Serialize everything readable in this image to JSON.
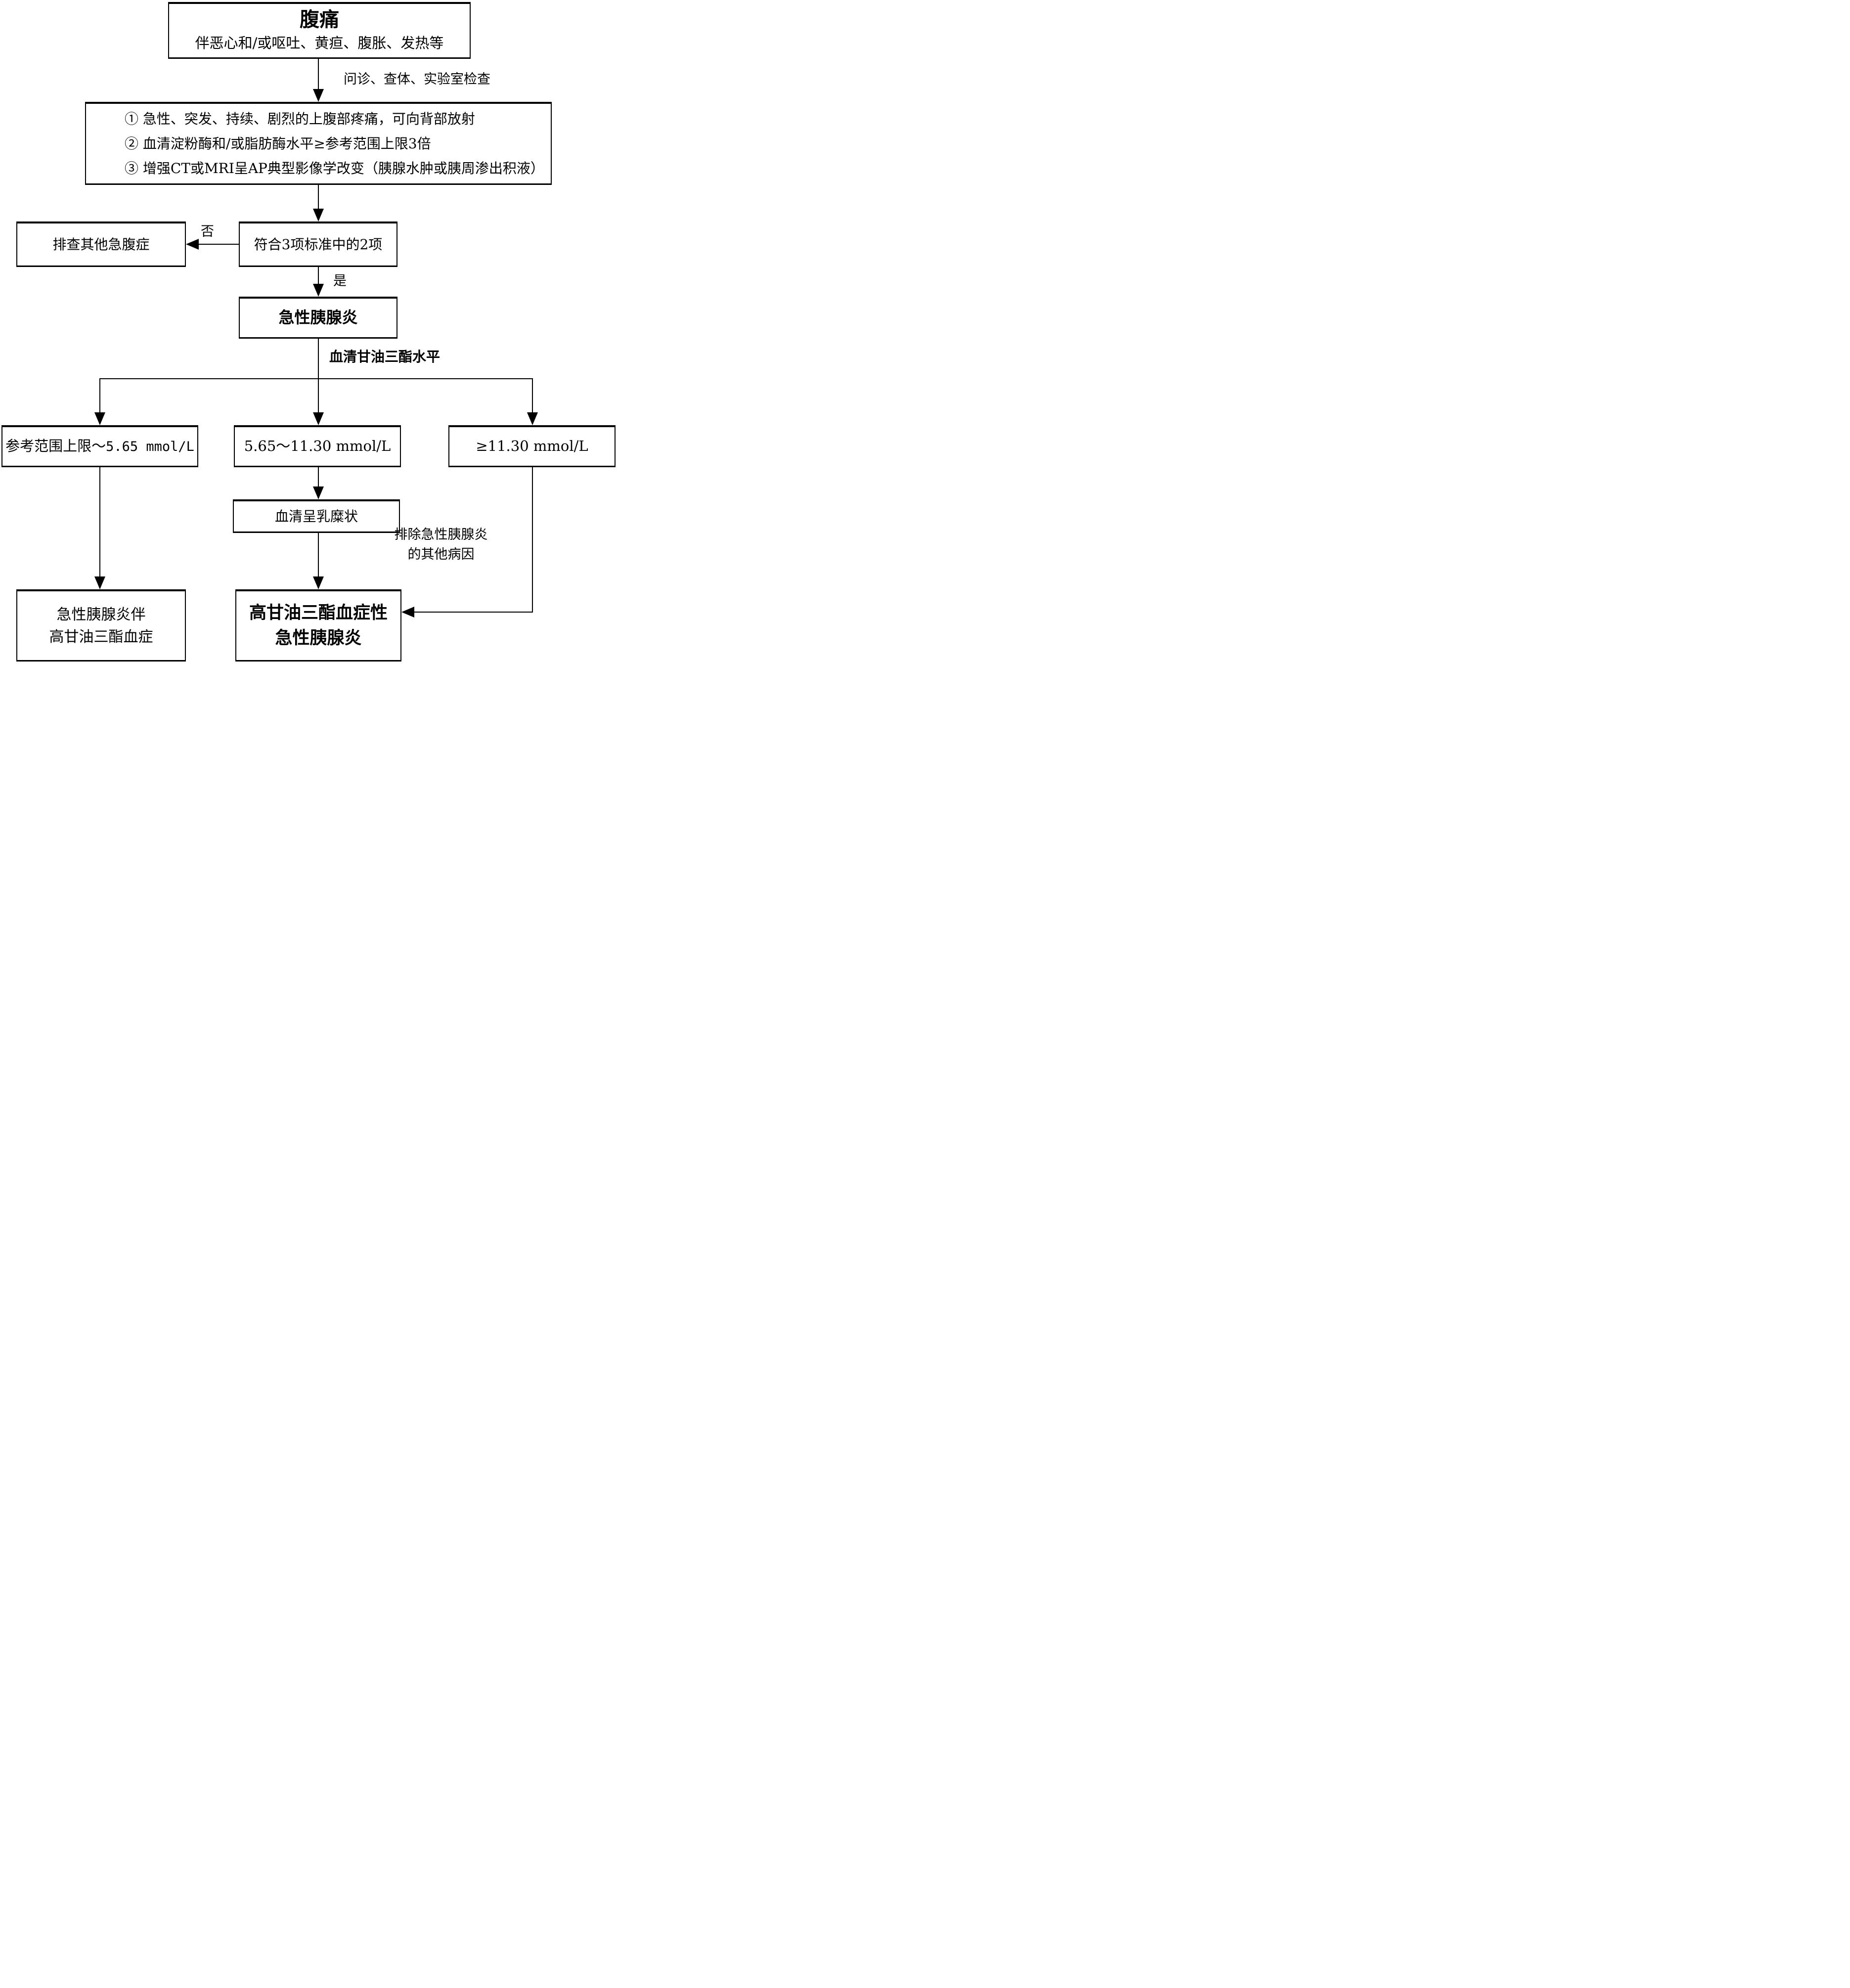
{
  "flowchart": {
    "top_box": {
      "title": "腹痛",
      "subtitle": "伴恶心和/或呕吐、黄疸、腹胀、发热等"
    },
    "exam_label": "问诊、查体、实验室检查",
    "criteria_items": [
      "① 急性、突发、持续、剧烈的上腹部疼痛，可向背部放射",
      "② 血清淀粉酶和/或脂肪酶水平≥参考范围上限3倍",
      "③ 增强CT或MRI呈AP典型影像学改变（胰腺水肿或胰周渗出积液）"
    ],
    "decision_box": "符合3项标准中的2项",
    "no_label": "否",
    "yes_label": "是",
    "exclude_box": "排查其他急腹症",
    "ap_box": "急性胰腺炎",
    "tg_level_label": "血清甘油三酯水平",
    "branch_left": {
      "prefix": "参考范围上限～",
      "value": "5.65 mmol/L"
    },
    "branch_mid": "5.65～11.30 mmol/L",
    "branch_right": "≥11.30 mmol/L",
    "milky_box": "血清呈乳糜状",
    "exclude_other_cause": {
      "line1": "排除急性胰腺炎",
      "line2": "的其他病因"
    },
    "outcome_left": {
      "line1": "急性胰腺炎伴",
      "line2": "高甘油三酯血症"
    },
    "outcome_mid": {
      "line1": "高甘油三酯血症性",
      "line2": "急性胰腺炎"
    }
  },
  "colors": {
    "line": "#000000",
    "background": "#ffffff"
  }
}
